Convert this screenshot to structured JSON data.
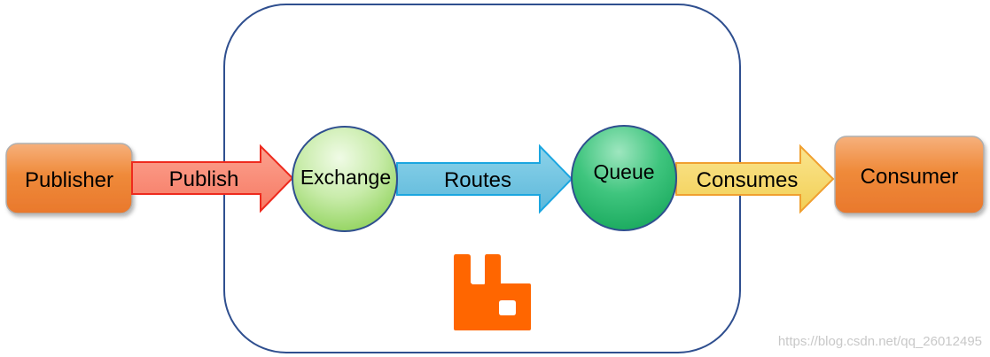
{
  "nodes": {
    "publisher": {
      "label": "Publisher"
    },
    "exchange": {
      "label": "Exchange"
    },
    "queue": {
      "label": "Queue"
    },
    "consumer": {
      "label": "Consumer"
    }
  },
  "edges": {
    "publish": {
      "label": "Publish"
    },
    "routes": {
      "label": "Routes"
    },
    "consumes": {
      "label": "Consumes"
    }
  },
  "broker": {
    "logo_icon": "rabbitmq-logo-icon",
    "logo_color": "#ff6600"
  },
  "watermark": {
    "text": "https://blog.csdn.net/qq_26012495"
  },
  "colors": {
    "publisher_fill": "#ef8a3a",
    "consumer_fill": "#ef8a3a",
    "publish_arrow": "#f98470",
    "routes_arrow": "#6cc3e0",
    "consumes_arrow": "#f4d766",
    "exchange_fill": "#b2e08a",
    "queue_fill": "#3dc07a",
    "broker_border": "#2f4f8f"
  }
}
